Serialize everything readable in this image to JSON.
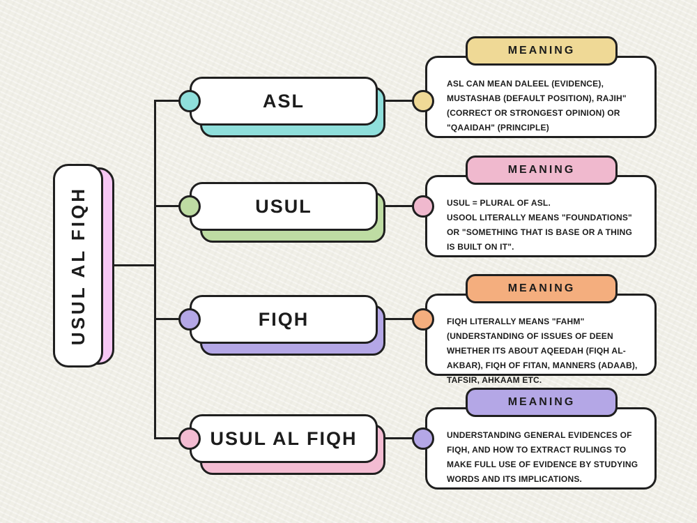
{
  "diagram": {
    "title": "Usul al Fiqh concept map",
    "background_color": "#f0efe7",
    "line_color": "#1f1f1f",
    "root": {
      "label": "USUL AL FIQH",
      "color": "#f7c7f5"
    },
    "branches": [
      {
        "label": "ASL",
        "node_color": "#8fdfdb",
        "meaning_label": "MEANING",
        "meaning_color": "#efd996",
        "meaning_text": "ASL CAN MEAN  DALEEL (EVIDENCE), MUSTASHAB (DEFAULT POSITION), RAJIH\" (CORRECT OR STRONGEST OPINION) OR \"QAAIDAH\" (PRINCIPLE)"
      },
      {
        "label": "USUL",
        "node_color": "#bedca3",
        "meaning_label": "MEANING",
        "meaning_color": "#f0b9ce",
        "meaning_text": "USUL = PLURAL OF ASL.\nUSOOL LITERALLY MEANS \"FOUNDATIONS\" OR \"SOMETHING THAT IS BASE OR A THING IS BUILT ON IT\"."
      },
      {
        "label": "FIQH",
        "node_color": "#b4a7e6",
        "meaning_label": "MEANING",
        "meaning_color": "#f4ae7e",
        "meaning_text": "FIQH LITERALLY MEANS \"FAHM\" (UNDERSTANDING OF ISSUES OF DEEN WHETHER ITS ABOUT AQEEDAH (FIQH AL-AKBAR), FIQH OF FITAN, MANNERS (ADAAB), TAFSIR, AHKAAM ETC."
      },
      {
        "label": "USUL AL FIQH",
        "node_color": "#f3bcd2",
        "meaning_label": "MEANING",
        "meaning_color": "#b4a7e6",
        "meaning_text": "UNDERSTANDING GENERAL EVIDENCES OF FIQH, AND HOW TO EXTRACT RULINGS TO MAKE FULL USE OF EVIDENCE BY STUDYING WORDS AND ITS IMPLICATIONS."
      }
    ]
  }
}
